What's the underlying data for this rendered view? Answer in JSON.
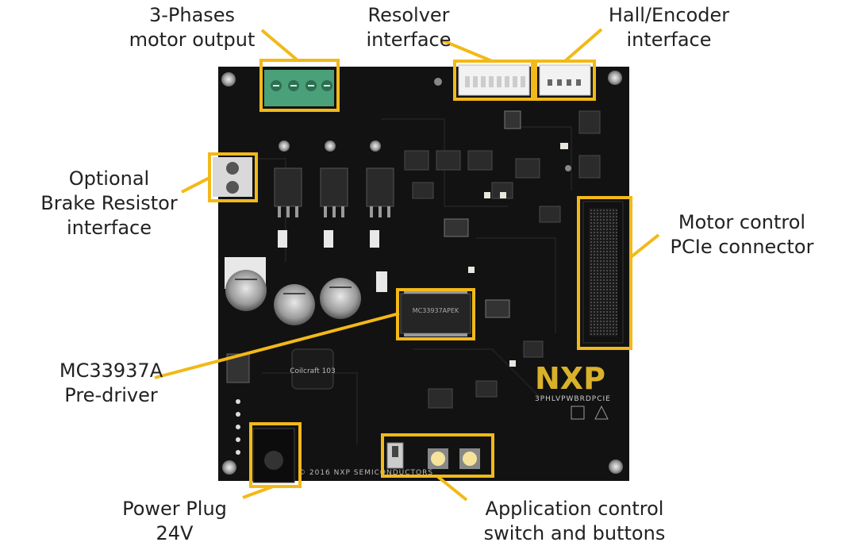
{
  "image": "annotated photo of a motor control development board",
  "callout_color": "#F2B918",
  "board": {
    "logo": "NXP",
    "board_code": "3PHLVPWBRDPCIE",
    "copyright": "© 2016 NXP SEMICONDUCTORS",
    "chip_marking": "MC33937APEK",
    "inductor_marking": "Coilcraft 103"
  },
  "labels": {
    "three_phases": [
      "3-Phases",
      "motor output"
    ],
    "resolver": [
      "Resolver",
      "interface"
    ],
    "hall_encoder": [
      "Hall/Encoder",
      "interface"
    ],
    "brake_resistor": [
      "Optional",
      "Brake Resistor",
      "interface"
    ],
    "pcie": [
      "Motor control",
      "PCIe connector"
    ],
    "predriver": [
      "MC33937A",
      "Pre-driver"
    ],
    "power_plug": [
      "Power Plug",
      "24V"
    ],
    "app_control": [
      "Application control",
      "switch and buttons"
    ]
  }
}
